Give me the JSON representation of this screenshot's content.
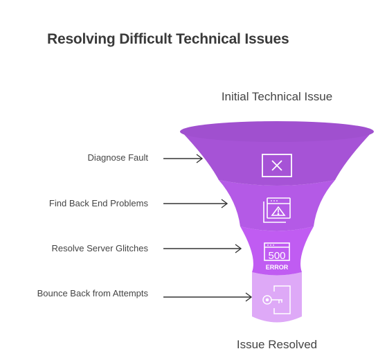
{
  "title": "Resolving Difficult Technical Issues",
  "top_label": "Initial Technical Issue",
  "bottom_label": "Issue Resolved",
  "stages": [
    {
      "label": "Diagnose Fault",
      "icon": "x-square-icon",
      "color": "#a653d6"
    },
    {
      "label": "Find Back End Problems",
      "icon": "browser-warning-icon",
      "color": "#b45ae6"
    },
    {
      "label": "Resolve Server Glitches",
      "icon": "server-500-error-icon",
      "color": "#c05cf2",
      "icon_text_top": "500",
      "icon_text_bottom": "ERROR"
    },
    {
      "label": "Bounce Back from Attempts",
      "icon": "key-door-icon",
      "color": "#dea9f7"
    }
  ],
  "colors": {
    "rim": "#a050cf",
    "text": "#444444",
    "arrow": "#333333"
  }
}
